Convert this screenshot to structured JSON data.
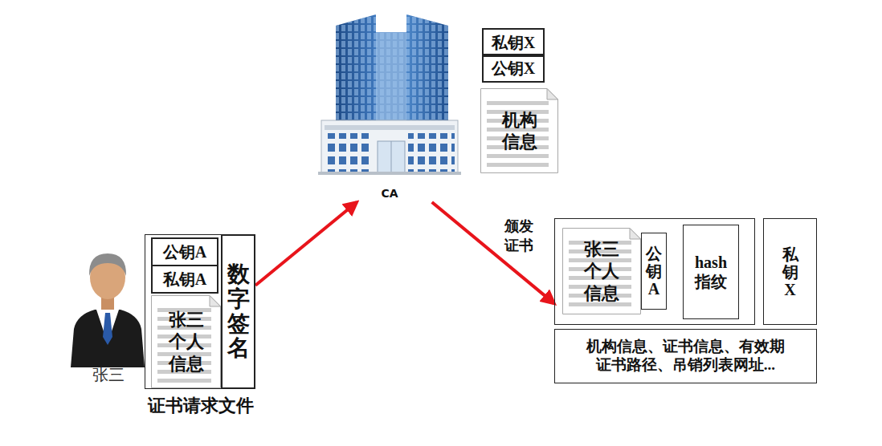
{
  "diagram": {
    "nodes": [
      {
        "text": [
          "证书请求文件"
        ]
      },
      {
        "text": [
          "公钥A"
        ],
        "in": 0
      },
      {
        "text": [
          "私钥A"
        ],
        "in": 0
      },
      {
        "text": [
          "张三 个人 信息"
        ],
        "in": 0
      },
      {
        "text": [
          "数字签名"
        ],
        "in": 0
      },
      {
        "text": [
          "CA"
        ]
      },
      {
        "text": [
          "私钥X"
        ]
      },
      {
        "text": [
          "公钥X"
        ]
      },
      {
        "text": [
          "机构 信息"
        ]
      },
      {
        "text": []
      },
      {
        "text": [
          "张三 个人 信息"
        ],
        "in": 9
      },
      {
        "text": [
          "公钥A"
        ],
        "in": 9
      },
      {
        "text": [
          "hash 指纹"
        ],
        "in": 9
      },
      {
        "text": [
          "私钥X"
        ]
      },
      {
        "text": [
          "机构信息、证书信息、有效期 证书路径、吊销列表网址..."
        ]
      }
    ],
    "edges": [
      {
        "from": 0,
        "to": 5,
        "arrow": "to"
      },
      {
        "from": 5,
        "to": 9,
        "arrow": "to",
        "label": "颁发 证书"
      }
    ],
    "labels": [
      "张三"
    ]
  }
}
